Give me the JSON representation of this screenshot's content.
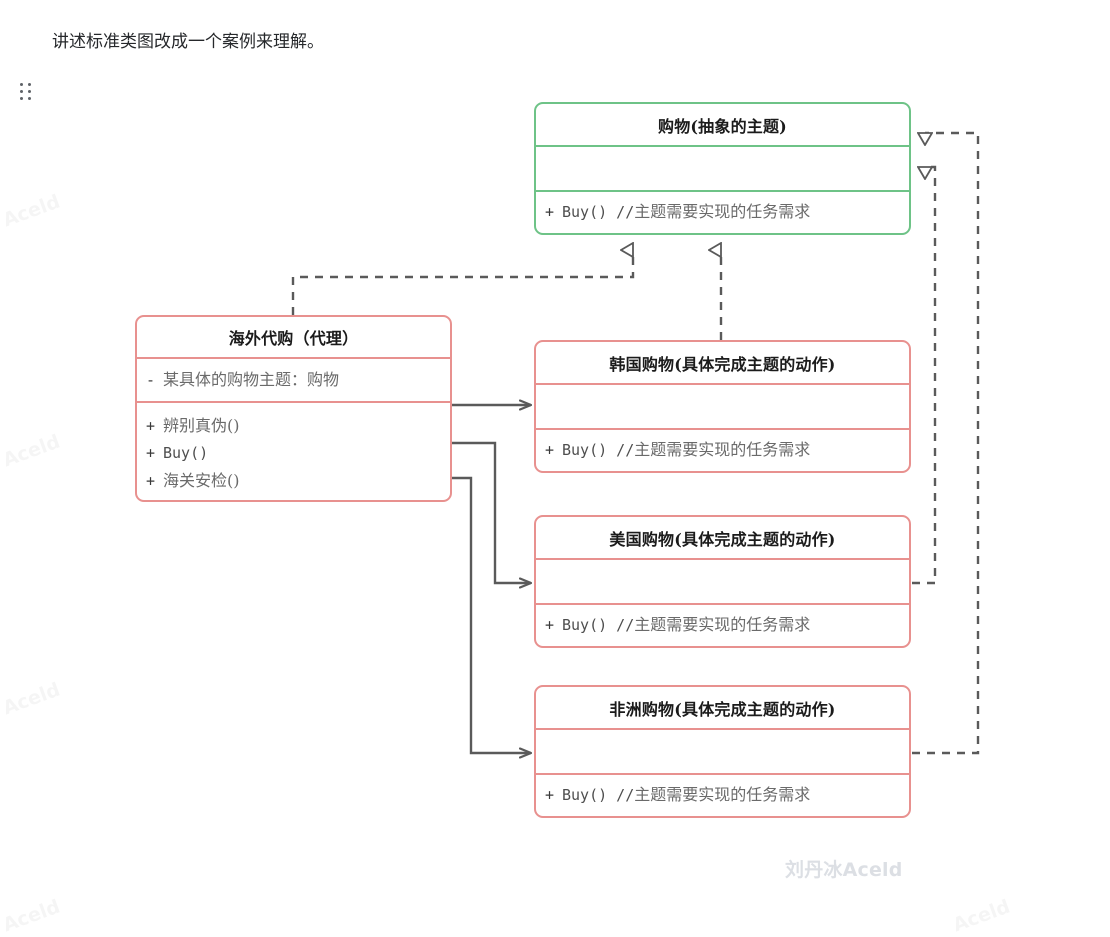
{
  "page": {
    "cutoff_text": "",
    "intro_text": "讲述标准类图改成一个案例来理解。",
    "signature": "刘丹冰Aceld",
    "watermark": "Aceld"
  },
  "colors": {
    "abstract_border": "#6ec387",
    "concrete_border": "#e8918f",
    "connector": "#5a5a5a",
    "title_text": "#1b1b1b",
    "member_text": "#5a5a5a",
    "signature_text": "#dcdfe4"
  },
  "diagram": {
    "type": "uml-class-diagram",
    "classes": [
      {
        "id": "shopping-abstract",
        "name": "购物(抽象的主题)",
        "stereotype": "abstract",
        "color": "green",
        "attributes": [],
        "methods": [
          {
            "visibility": "+",
            "signature": "Buy() //",
            "comment": "主题需要实现的任务需求"
          }
        ]
      },
      {
        "id": "overseas-agent",
        "name": "海外代购（代理）",
        "stereotype": "proxy",
        "color": "red",
        "attributes": [
          {
            "visibility": "-",
            "signature": "",
            "comment": "某具体的购物主题：购物"
          }
        ],
        "methods": [
          {
            "visibility": "+",
            "signature": "",
            "comment": "辨别真伪()"
          },
          {
            "visibility": "+",
            "signature": "Buy()",
            "comment": ""
          },
          {
            "visibility": "+",
            "signature": "",
            "comment": "海关安检()"
          }
        ]
      },
      {
        "id": "korea-shopping",
        "name": "韩国购物(具体完成主题的动作)",
        "stereotype": "concrete",
        "color": "red",
        "attributes": [],
        "methods": [
          {
            "visibility": "+",
            "signature": "Buy() //",
            "comment": "主题需要实现的任务需求"
          }
        ]
      },
      {
        "id": "usa-shopping",
        "name": "美国购物(具体完成主题的动作)",
        "stereotype": "concrete",
        "color": "red",
        "attributes": [],
        "methods": [
          {
            "visibility": "+",
            "signature": "Buy() //",
            "comment": "主题需要实现的任务需求"
          }
        ]
      },
      {
        "id": "africa-shopping",
        "name": "非洲购物(具体完成主题的动作)",
        "stereotype": "concrete",
        "color": "red",
        "attributes": [],
        "methods": [
          {
            "visibility": "+",
            "signature": "Buy() //",
            "comment": "主题需要实现的任务需求"
          }
        ]
      }
    ],
    "relations": [
      {
        "from": "overseas-agent",
        "to": "shopping-abstract",
        "kind": "realization",
        "style": "dashed",
        "arrow": "hollow-triangle"
      },
      {
        "from": "korea-shopping",
        "to": "shopping-abstract",
        "kind": "realization",
        "style": "dashed",
        "arrow": "hollow-triangle"
      },
      {
        "from": "usa-shopping",
        "to": "shopping-abstract",
        "kind": "realization",
        "style": "dashed",
        "arrow": "hollow-triangle"
      },
      {
        "from": "africa-shopping",
        "to": "shopping-abstract",
        "kind": "realization",
        "style": "dashed",
        "arrow": "hollow-triangle"
      },
      {
        "from": "overseas-agent",
        "to": "korea-shopping",
        "kind": "association",
        "style": "solid",
        "arrow": "open-arrow"
      },
      {
        "from": "overseas-agent",
        "to": "usa-shopping",
        "kind": "association",
        "style": "solid",
        "arrow": "open-arrow"
      },
      {
        "from": "overseas-agent",
        "to": "africa-shopping",
        "kind": "association",
        "style": "solid",
        "arrow": "open-arrow"
      }
    ]
  }
}
